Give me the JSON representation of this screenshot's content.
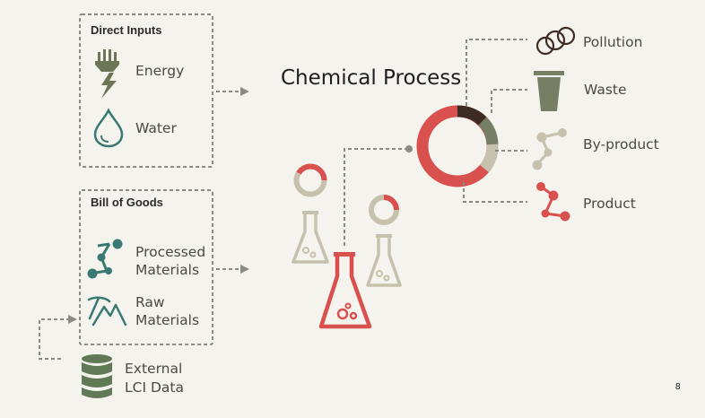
{
  "direct_inputs": {
    "title": "Direct Inputs",
    "items": [
      {
        "label": "Energy",
        "icon": "plug-bolt-icon"
      },
      {
        "label": "Water",
        "icon": "water-drop-icon"
      }
    ]
  },
  "bill_of_goods": {
    "title": "Bill of Goods",
    "items": [
      {
        "line1": "Processed",
        "line2": "Materials",
        "icon": "molecule-icon"
      },
      {
        "line1": "Raw",
        "line2": "Materials",
        "icon": "pickaxe-mountain-icon"
      }
    ]
  },
  "external": {
    "line1": "External",
    "line2": "LCI Data",
    "icon": "database-icon"
  },
  "process": {
    "title": "Chemical Process"
  },
  "outputs": [
    {
      "label": "Pollution",
      "icon": "smoke-rings-icon"
    },
    {
      "label": "Waste",
      "icon": "trash-can-icon"
    },
    {
      "label": "By-product",
      "icon": "molecule-icon"
    },
    {
      "label": "Product",
      "icon": "molecule-icon"
    }
  ],
  "page_number": "8",
  "colors": {
    "background": "#f5f3ed",
    "red": "#d9514f",
    "beige": "#c6c1ad",
    "olive": "#767f64",
    "dark_brown": "#3e2b24",
    "teal": "#3a7872",
    "green": "#5f7a55",
    "gray": "#8a8a85"
  }
}
